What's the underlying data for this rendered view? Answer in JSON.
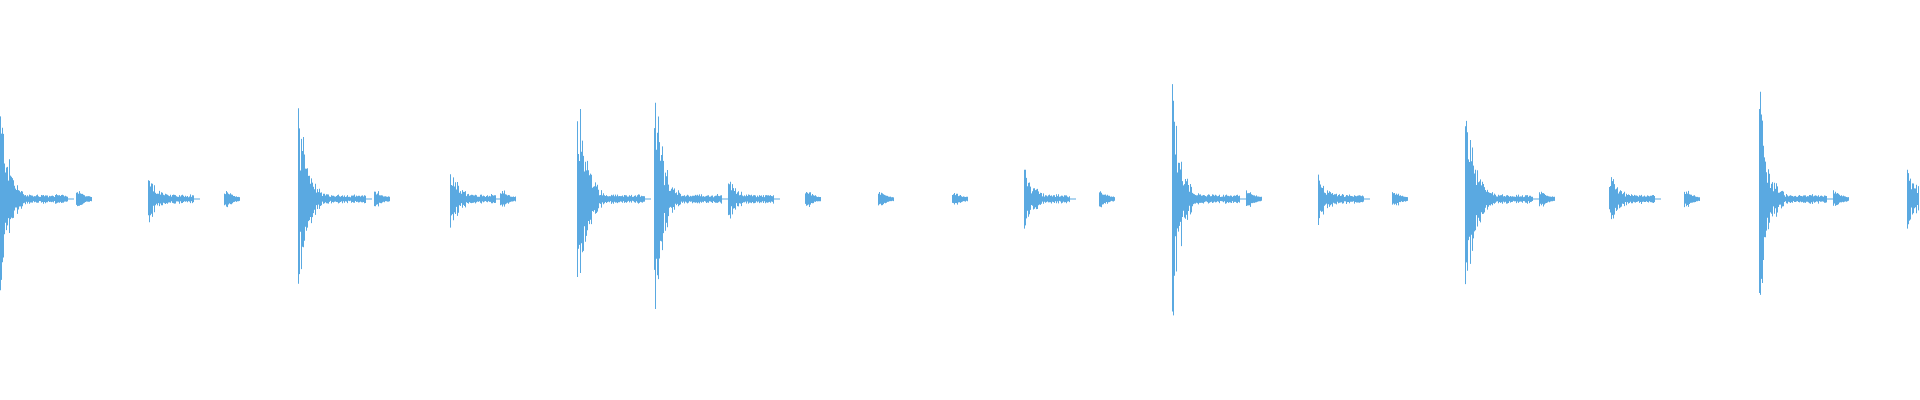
{
  "waveform": {
    "color": "#5aa9e1",
    "background": "#ffffff",
    "duration_s": 19.2,
    "transients": [
      {
        "time_s": 0.0,
        "peak": 0.8,
        "type": "hit"
      },
      {
        "time_s": 0.76,
        "peak": 0.05,
        "type": "tail"
      },
      {
        "time_s": 1.48,
        "peak": 0.22,
        "type": "hit"
      },
      {
        "time_s": 2.24,
        "peak": 0.05,
        "type": "tail"
      },
      {
        "time_s": 2.98,
        "peak": 0.78,
        "type": "hit"
      },
      {
        "time_s": 3.74,
        "peak": 0.05,
        "type": "tail"
      },
      {
        "time_s": 4.5,
        "peak": 0.26,
        "type": "hit"
      },
      {
        "time_s": 5.0,
        "peak": 0.05,
        "type": "tail"
      },
      {
        "time_s": 5.77,
        "peak": 1.0,
        "type": "hit"
      },
      {
        "time_s": 6.54,
        "peak": 0.98,
        "type": "hit"
      },
      {
        "time_s": 7.28,
        "peak": 0.2,
        "type": "hit"
      },
      {
        "time_s": 8.05,
        "peak": 0.05,
        "type": "tail"
      },
      {
        "time_s": 8.78,
        "peak": 0.04,
        "type": "tail"
      },
      {
        "time_s": 9.52,
        "peak": 0.04,
        "type": "tail"
      },
      {
        "time_s": 10.24,
        "peak": 0.24,
        "type": "hit"
      },
      {
        "time_s": 10.99,
        "peak": 0.05,
        "type": "tail"
      },
      {
        "time_s": 11.72,
        "peak": 0.92,
        "type": "hit"
      },
      {
        "time_s": 12.46,
        "peak": 0.05,
        "type": "tail"
      },
      {
        "time_s": 13.18,
        "peak": 0.2,
        "type": "hit"
      },
      {
        "time_s": 13.92,
        "peak": 0.05,
        "type": "tail"
      },
      {
        "time_s": 14.65,
        "peak": 1.0,
        "type": "hit"
      },
      {
        "time_s": 15.39,
        "peak": 0.05,
        "type": "tail"
      },
      {
        "time_s": 16.09,
        "peak": 0.22,
        "type": "hit"
      },
      {
        "time_s": 16.84,
        "peak": 0.05,
        "type": "tail"
      },
      {
        "time_s": 17.59,
        "peak": 0.82,
        "type": "hit"
      },
      {
        "time_s": 18.33,
        "peak": 0.05,
        "type": "tail"
      },
      {
        "time_s": 19.07,
        "peak": 0.26,
        "type": "hit"
      }
    ]
  }
}
